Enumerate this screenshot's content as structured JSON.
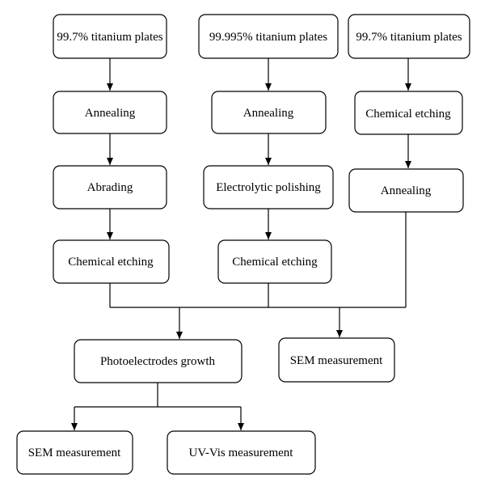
{
  "flowchart": {
    "col1": {
      "start": "99.7% titanium plates",
      "step1": "Annealing",
      "step2": "Abrading",
      "step3": "Chemical etching"
    },
    "col2": {
      "start": "99.995% titanium plates",
      "step1": "Annealing",
      "step2": "Electrolytic polishing",
      "step3": "Chemical etching"
    },
    "col3": {
      "start": "99.7% titanium plates",
      "step1": "Chemical etching",
      "step2": "Annealing"
    },
    "merge": {
      "growth": "Photoelectrodes growth",
      "sem_top": "SEM measurement"
    },
    "final": {
      "sem": "SEM measurement",
      "uvvis": "UV-Vis measurement"
    }
  },
  "colors": {
    "line": "#000000",
    "box_fill": "#ffffff"
  }
}
